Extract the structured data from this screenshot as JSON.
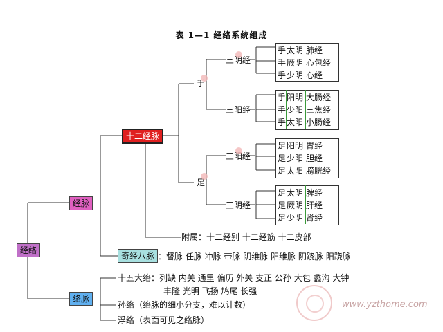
{
  "title": "表 1—1    经络系统组成",
  "root": "经络",
  "jingmai": "经脉",
  "luomai": "络脉",
  "shier": "十二经脉",
  "shou": "手",
  "zu": "足",
  "sanyin": "三阴经",
  "sanyang": "三阳经",
  "shou_yin": [
    [
      "手",
      "太阴",
      "肺经"
    ],
    [
      "手",
      "厥阴",
      "心包经"
    ],
    [
      "手",
      "少阴",
      "心经"
    ]
  ],
  "shou_yang": [
    [
      "手",
      "阳明",
      "大肠经"
    ],
    [
      "手",
      "少阳",
      "三焦经"
    ],
    [
      "手",
      "太阳",
      "小肠经"
    ]
  ],
  "zu_yang": [
    [
      "足",
      "阳明",
      "胃经"
    ],
    [
      "足",
      "少阳",
      "胆经"
    ],
    [
      "足",
      "太阳",
      "膀胱经"
    ]
  ],
  "zu_yin": [
    [
      "足",
      "太阴",
      "脾经"
    ],
    [
      "足",
      "厥阴",
      "肝经"
    ],
    [
      "足",
      "少阴",
      "肾经"
    ]
  ],
  "fushu": "附属：十二经别   十二经筋   十二皮部",
  "qijing_label": "奇经八脉",
  "qijing_items": "：督脉  任脉  冲脉  带脉  阴维脉  阳维脉  阴跷脉  阳跷脉",
  "shiwu_line1": "十五大络：列缺  内关  通里  偏历  外关  支正  公孙  大包  蠡沟  大钟",
  "shiwu_line2": "丰隆  光明  飞扬  鸠尾  长强",
  "sunluo": "孙络（络脉的细小分支，难以计数）",
  "fuluo": "浮络（表面可见之络脉）",
  "watermark": "www.yzthome.com",
  "colors": {
    "root_bg": "#c070c8",
    "jingmai_bg": "#e060c0",
    "shier_bg": "#e02020",
    "qijing_bg": "#a8e0e0",
    "luomai_bg": "#60b0f0",
    "green": "#3a9a3a"
  }
}
